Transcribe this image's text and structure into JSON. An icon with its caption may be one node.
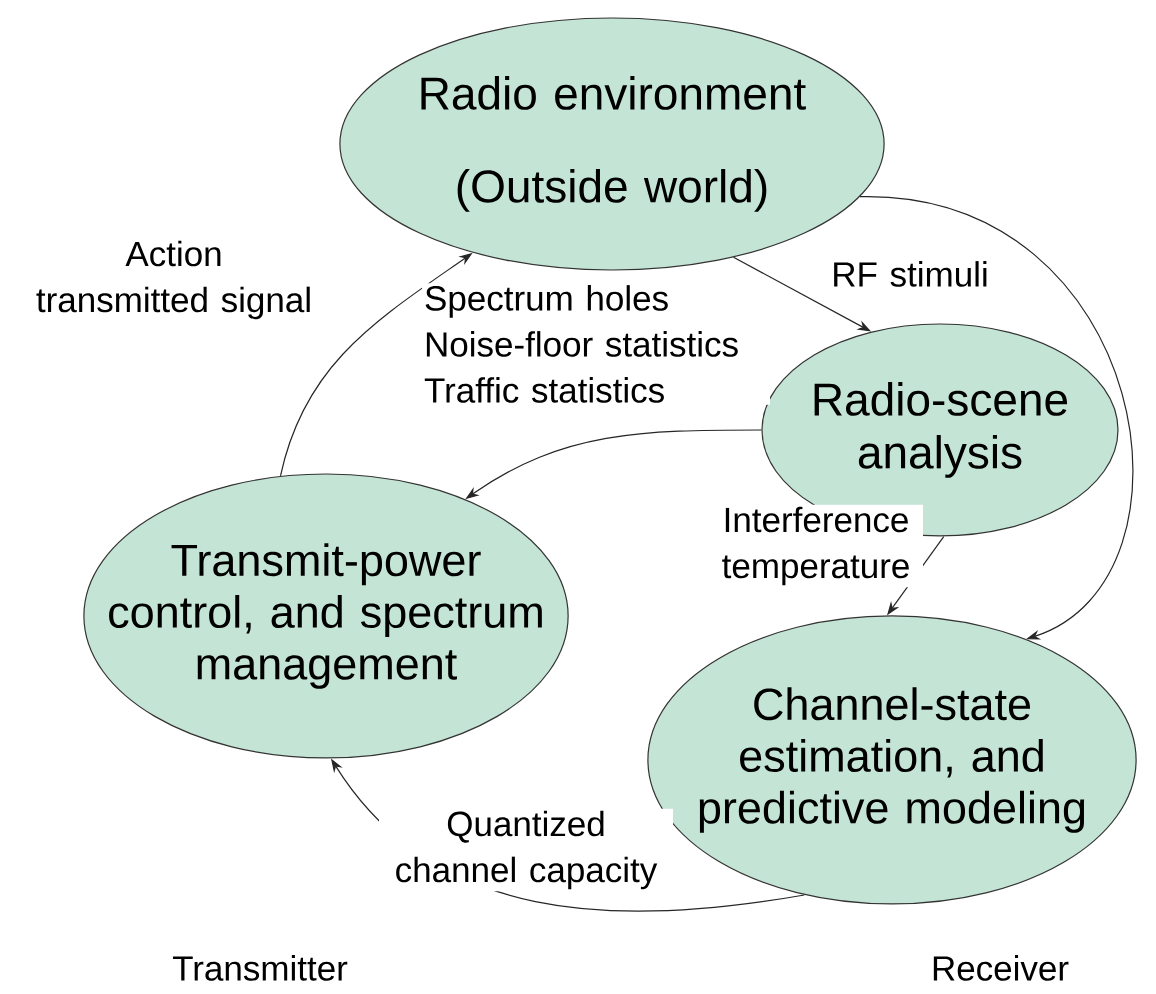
{
  "diagram": {
    "nodes": [
      {
        "text": [
          "Radio environment",
          "(Outside world)"
        ]
      },
      {
        "text": [
          "Radio-scene analysis"
        ]
      },
      {
        "text": [
          "Transmit-power control, and spectrum management"
        ]
      },
      {
        "text": [
          "Channel-state estimation, and predictive modeling"
        ]
      }
    ],
    "edges": [
      {
        "from": 0,
        "to": 1,
        "arrow": "to",
        "label": "RF stimuli"
      },
      {
        "from": 1,
        "to": 2,
        "arrow": "to",
        "label": "Spectrum holes Noise-floor statistics Traffic statistics"
      },
      {
        "from": 1,
        "to": 3,
        "arrow": "to",
        "label": "Interference temperature"
      },
      {
        "from": 0,
        "to": 3,
        "arrow": "to"
      },
      {
        "from": 3,
        "to": 2,
        "arrow": "to",
        "label": "Quantized channel capacity"
      },
      {
        "from": 2,
        "to": 0,
        "arrow": "to",
        "label": "Action transmitted signal"
      }
    ],
    "labels": [
      "Transmitter",
      "Receiver"
    ]
  }
}
